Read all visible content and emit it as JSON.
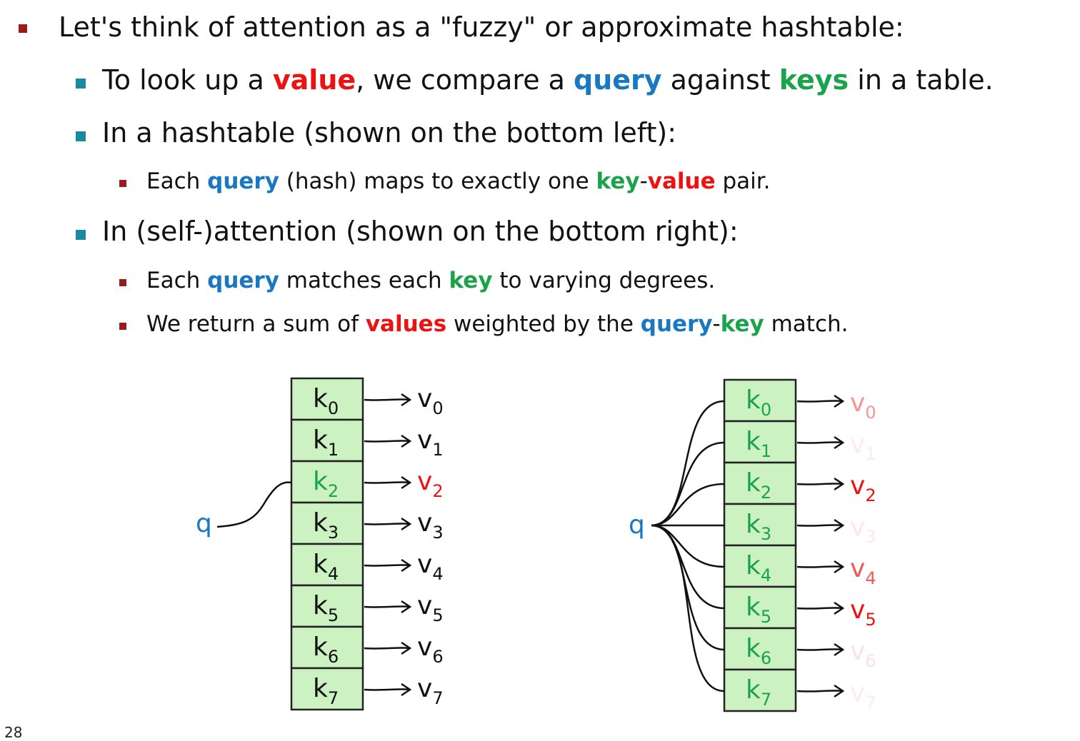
{
  "bullets": [
    {
      "level": 1,
      "segments": [
        {
          "text": "Let's think of attention as a \"fuzzy\" or approximate hashtable:",
          "color": ""
        }
      ]
    },
    {
      "level": 2,
      "segments": [
        {
          "text": "To look up a ",
          "color": ""
        },
        {
          "text": "value",
          "color": "red"
        },
        {
          "text": ", we compare a ",
          "color": ""
        },
        {
          "text": "query",
          "color": "blue"
        },
        {
          "text": " against ",
          "color": ""
        },
        {
          "text": "keys",
          "color": "green"
        },
        {
          "text": " in a table.",
          "color": ""
        }
      ]
    },
    {
      "level": 2,
      "segments": [
        {
          "text": "In a hashtable (shown on the bottom left):",
          "color": ""
        }
      ]
    },
    {
      "level": 3,
      "segments": [
        {
          "text": "Each ",
          "color": ""
        },
        {
          "text": "query",
          "color": "blue"
        },
        {
          "text": " (hash) maps to exactly one ",
          "color": ""
        },
        {
          "text": "key",
          "color": "green"
        },
        {
          "text": "-",
          "color": ""
        },
        {
          "text": "value",
          "color": "red"
        },
        {
          "text": " pair.",
          "color": ""
        }
      ]
    },
    {
      "level": 2,
      "segments": [
        {
          "text": "In (self-)attention (shown on the bottom right):",
          "color": ""
        }
      ]
    },
    {
      "level": 3,
      "segments": [
        {
          "text": "Each ",
          "color": ""
        },
        {
          "text": "query",
          "color": "blue"
        },
        {
          "text": " matches each ",
          "color": ""
        },
        {
          "text": "key",
          "color": "green"
        },
        {
          "text": " to varying degrees.",
          "color": ""
        }
      ]
    },
    {
      "level": 3,
      "segments": [
        {
          "text": "We return a sum of ",
          "color": ""
        },
        {
          "text": "values",
          "color": "red"
        },
        {
          "text": " weighted by the ",
          "color": ""
        },
        {
          "text": "query",
          "color": "blue"
        },
        {
          "text": "-",
          "color": ""
        },
        {
          "text": "key",
          "color": "green"
        },
        {
          "text": " match.",
          "color": ""
        }
      ]
    }
  ],
  "colors": {
    "red": "#ee1111",
    "blue": "#1a78c2",
    "green": "#1aa34a",
    "key_fill": "#ccf2c2",
    "key_border": "#222222",
    "text_dark": "#111111"
  },
  "hashtable": {
    "query": "q",
    "key_letter": "k",
    "value_letter": "v",
    "indices": [
      "0",
      "1",
      "2",
      "3",
      "4",
      "5",
      "6",
      "7"
    ],
    "selected": 2
  },
  "attention": {
    "query": "q",
    "key_letter": "k",
    "value_letter": "v",
    "indices": [
      "0",
      "1",
      "2",
      "3",
      "4",
      "5",
      "6",
      "7"
    ],
    "weights": [
      0.45,
      0.08,
      1.0,
      0.1,
      0.7,
      1.0,
      0.12,
      0.08
    ]
  },
  "page_number": "28"
}
